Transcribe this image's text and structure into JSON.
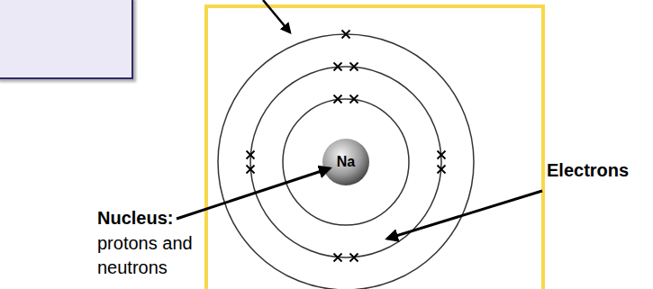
{
  "diagram": {
    "labels": [
      "Na",
      "Nucleus:",
      "protons and neutrons",
      "Electrons"
    ]
  }
}
